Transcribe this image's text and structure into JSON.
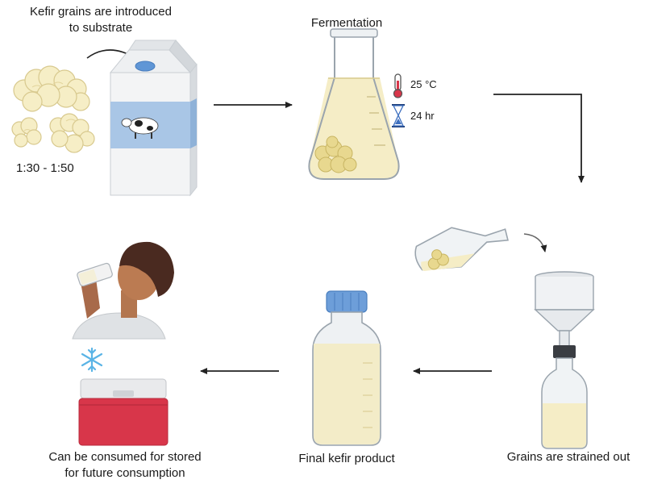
{
  "step1": {
    "caption_line1": "Kefir grains are introduced",
    "caption_line2": "to substrate",
    "ratio": "1:30 - 1:50",
    "icons": [
      "kefir-grains-icon",
      "milk-carton-icon"
    ]
  },
  "step2": {
    "caption": "Fermentation",
    "temperature": "25 °C",
    "time": "24 hr",
    "icons": [
      "erlenmeyer-flask-icon",
      "thermometer-icon",
      "hourglass-icon"
    ]
  },
  "step3": {
    "caption": "Grains are strained out",
    "icons": [
      "tilted-flask-icon",
      "funnel-icon",
      "collection-bottle-icon"
    ]
  },
  "step4": {
    "caption": "Final kefir product",
    "icons": [
      "kefir-bottle-icon"
    ]
  },
  "step5": {
    "caption_line1": "Can be consumed for stored",
    "caption_line2": "for future consumption",
    "icons": [
      "person-drinking-icon",
      "snowflake-icon",
      "cooler-box-icon"
    ]
  },
  "colors": {
    "milk": "#f3ecc8",
    "grain": "#f4ecc2",
    "glass": "#e9eef2",
    "cap_blue": "#6d9ed9",
    "cooler_red": "#d8364a",
    "snowflake": "#5ab4e6",
    "arrow": "#222222"
  }
}
